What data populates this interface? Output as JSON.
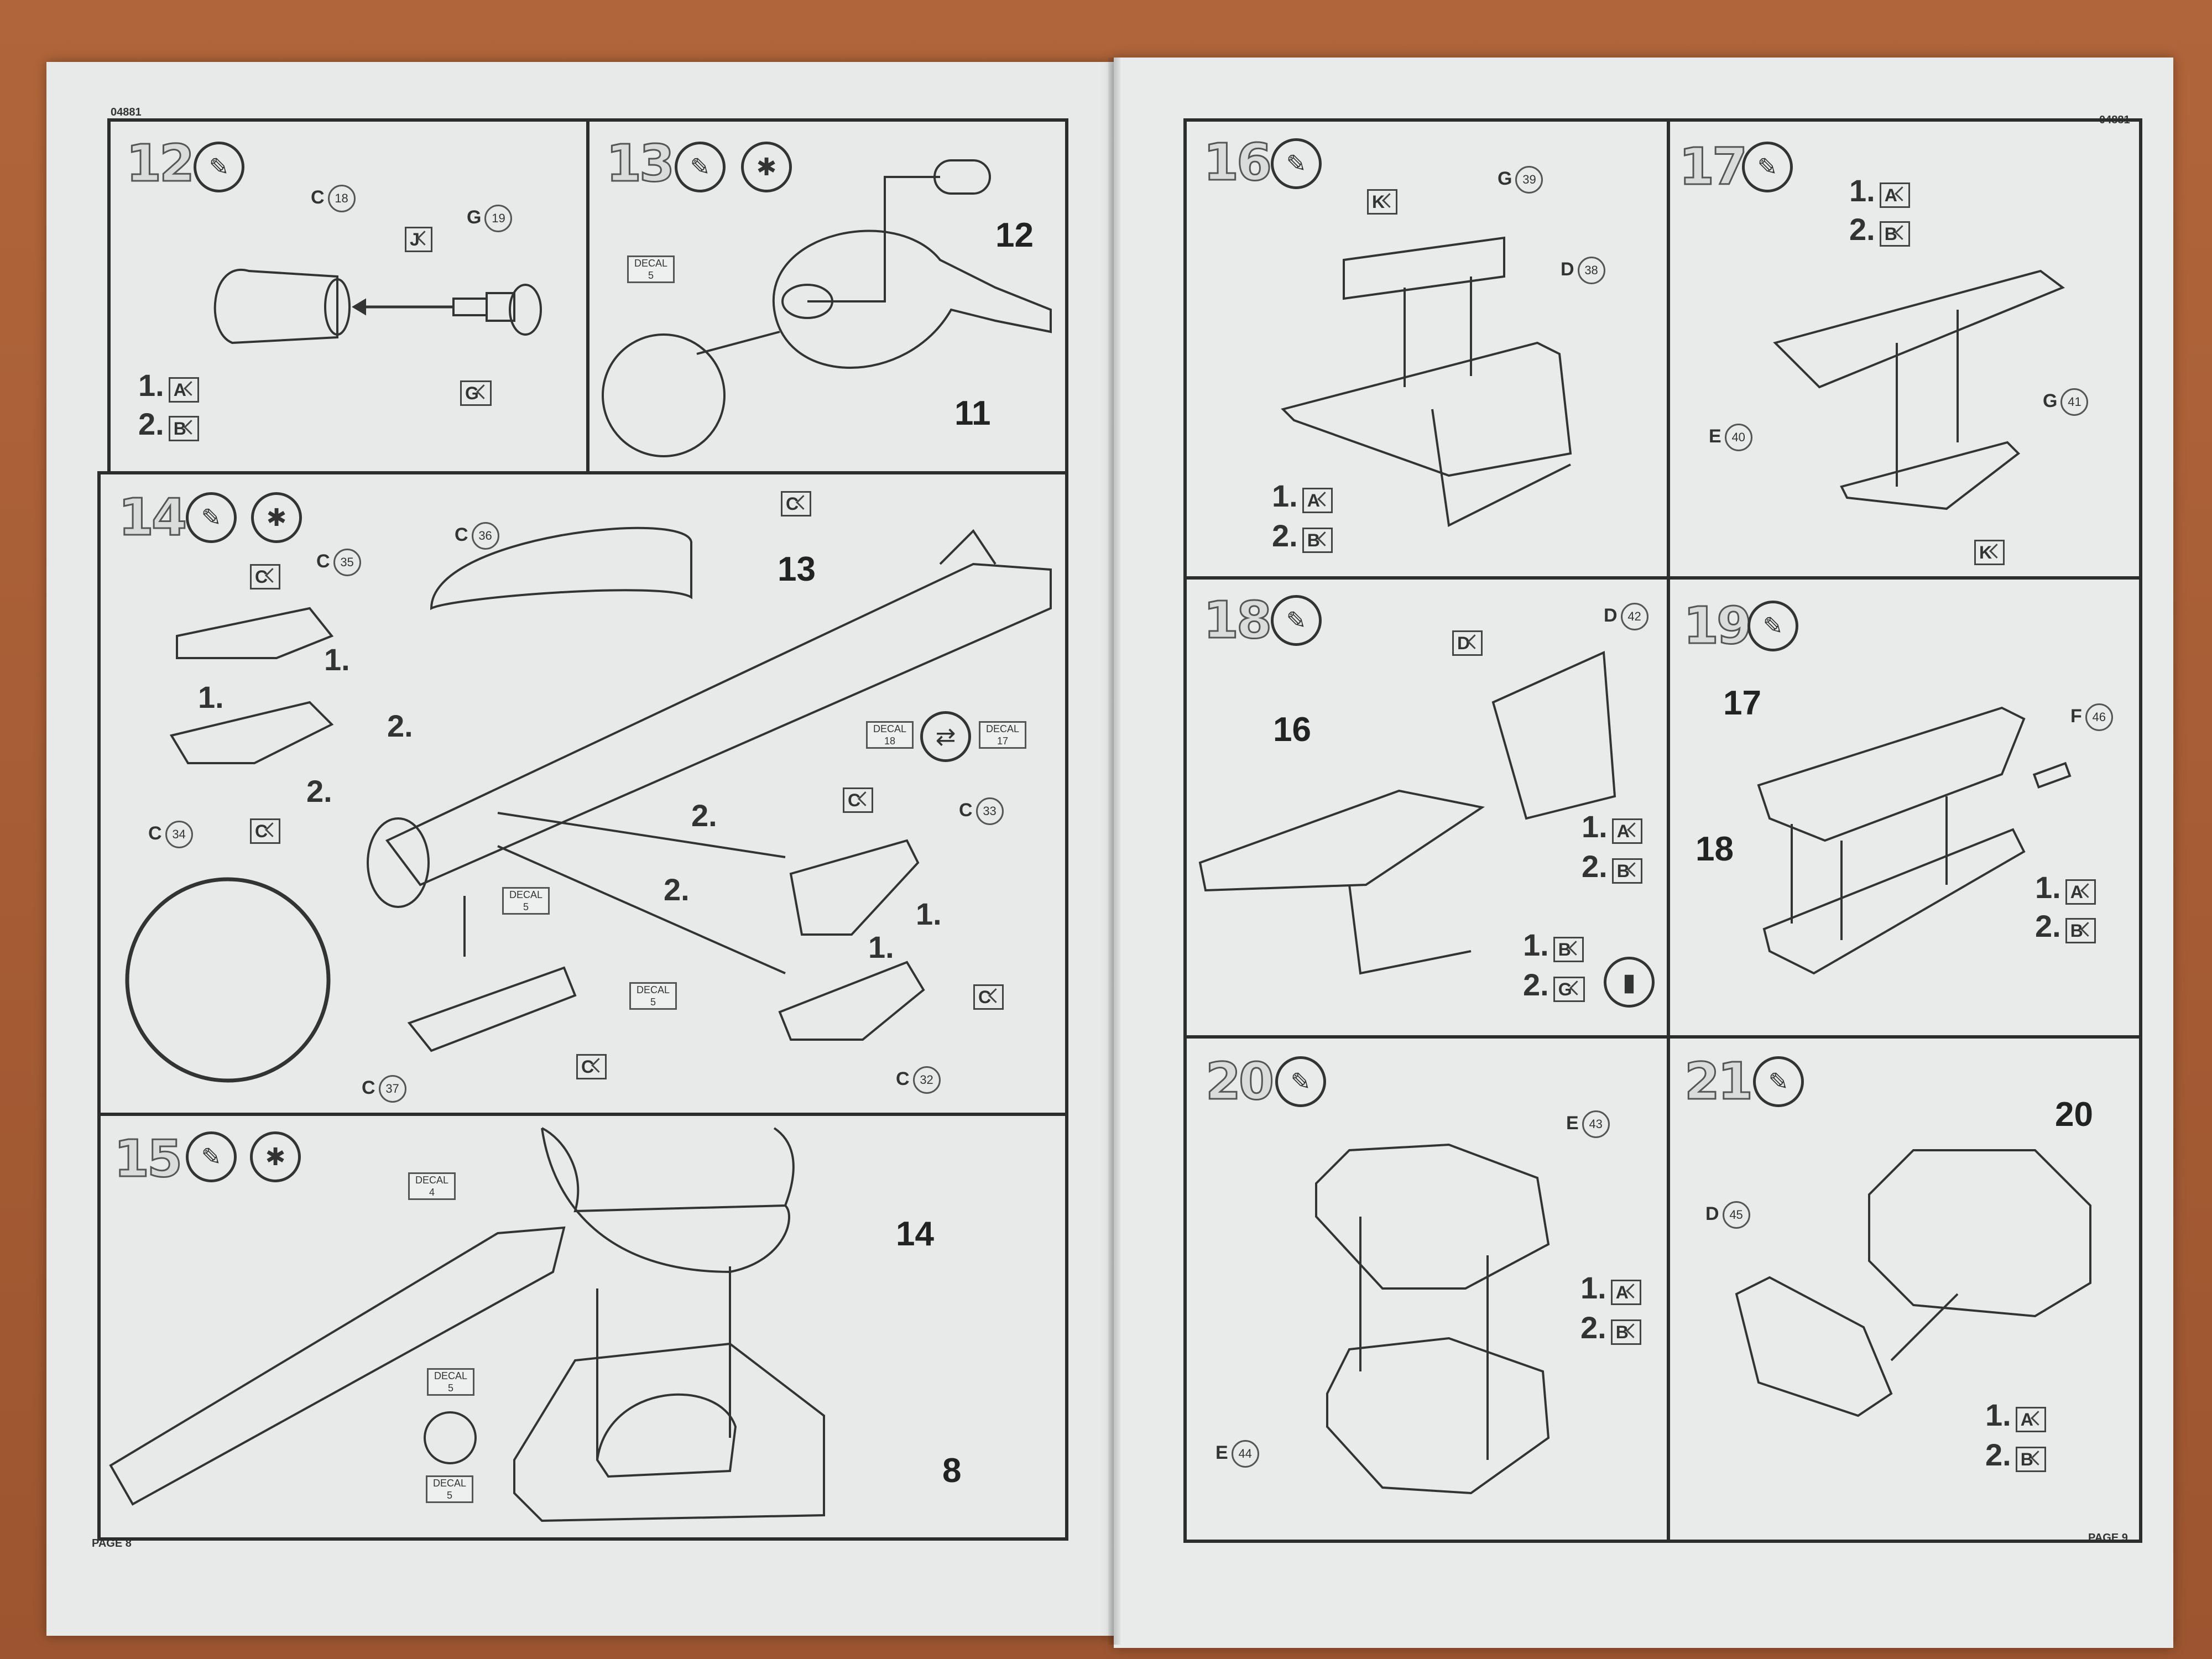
{
  "doc_code": "04881",
  "left_page": "PAGE 8",
  "right_page": "PAGE 9",
  "icons": {
    "glue": "glue-tube-icon",
    "paint": "paint-icon",
    "swap": "swap-icon"
  },
  "s12": {
    "num": "12",
    "c18": "C",
    "c18n": "18",
    "g19": "G",
    "g19n": "19",
    "j": "J",
    "g": "G",
    "l1": "1.",
    "l1v": "A",
    "l2": "2.",
    "l2v": "B"
  },
  "s13": {
    "num": "13",
    "decal": "DECAL",
    "decaln": "5",
    "p12": "12",
    "p11": "11"
  },
  "s14": {
    "num": "14",
    "c36": "C",
    "c36n": "36",
    "c35": "C",
    "c35n": "35",
    "c34": "C",
    "c34n": "34",
    "c33": "C",
    "c33n": "33",
    "c32": "C",
    "c32n": "32",
    "c37": "C",
    "c37n": "37",
    "p13": "13",
    "one": "1.",
    "two": "2.",
    "c": "C",
    "decal": "DECAL",
    "d18": "18",
    "d17": "17",
    "d5": "5"
  },
  "s15": {
    "num": "15",
    "p14": "14",
    "p8": "8",
    "decal": "DECAL",
    "d4": "4",
    "d5": "5"
  },
  "s16": {
    "num": "16",
    "k": "K",
    "g39": "G",
    "g39n": "39",
    "d38": "D",
    "d38n": "38",
    "l1": "1.",
    "l1v": "A",
    "l2": "2.",
    "l2v": "B"
  },
  "s17": {
    "num": "17",
    "l1": "1.",
    "l1v": "A",
    "l2": "2.",
    "l2v": "B",
    "e40": "E",
    "e40n": "40",
    "g41": "G",
    "g41n": "41",
    "k": "K"
  },
  "s18": {
    "num": "18",
    "d42": "D",
    "d42n": "42",
    "d": "D",
    "p16": "16",
    "l1": "1.",
    "l1v": "A",
    "l2": "2.",
    "l2v": "B",
    "l3": "1.",
    "l3v": "B",
    "l4": "2.",
    "l4v": "G"
  },
  "s19": {
    "num": "19",
    "p17": "17",
    "p18": "18",
    "f46": "F",
    "f46n": "46",
    "l1": "1.",
    "l1v": "A",
    "l2": "2.",
    "l2v": "B"
  },
  "s20": {
    "num": "20",
    "e43": "E",
    "e43n": "43",
    "e44": "E",
    "e44n": "44",
    "l1": "1.",
    "l1v": "A",
    "l2": "2.",
    "l2v": "B"
  },
  "s21": {
    "num": "21",
    "p20": "20",
    "d45": "D",
    "d45n": "45",
    "l1": "1.",
    "l1v": "A",
    "l2": "2.",
    "l2v": "B"
  }
}
